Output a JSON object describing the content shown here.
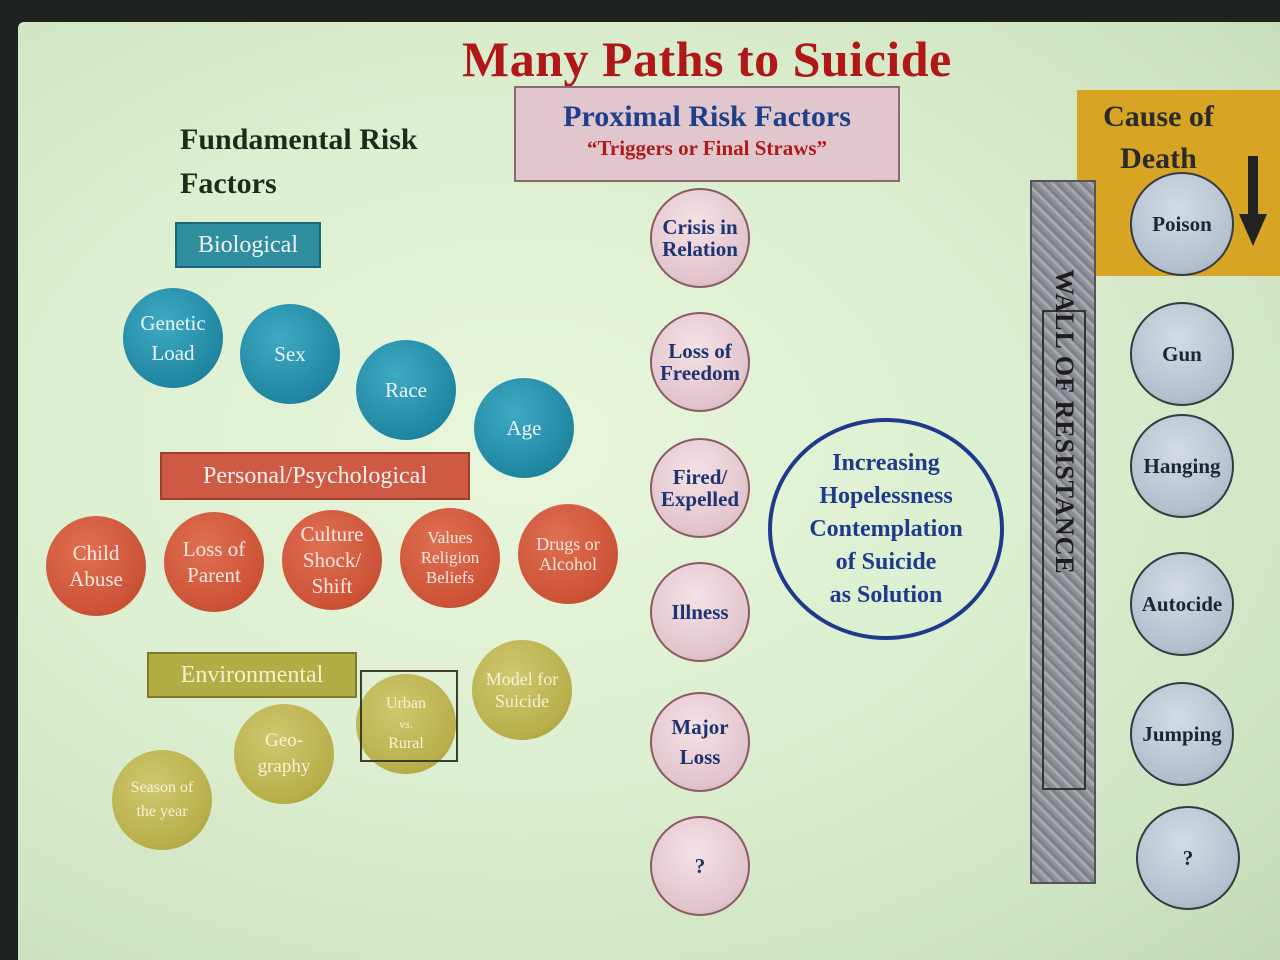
{
  "title": "Many Paths to Suicide",
  "fundamental": {
    "line1": "Fundamental Risk",
    "line2": "Factors"
  },
  "proximal": {
    "heading": "Proximal Risk Factors",
    "subheading": "“Triggers or Final Straws”"
  },
  "cause_of_death": {
    "line1": "Cause of",
    "line2": "Death"
  },
  "biological": {
    "label": "Biological",
    "items": [
      {
        "l1": "Genetic",
        "l2": "Load"
      },
      {
        "l1": "Sex"
      },
      {
        "l1": "Race"
      },
      {
        "l1": "Age"
      }
    ]
  },
  "personal": {
    "label": "Personal/Psychological",
    "items": [
      {
        "l1": "Child",
        "l2": "Abuse"
      },
      {
        "l1": "Loss of",
        "l2": "Parent"
      },
      {
        "l1": "Culture",
        "l2": "Shock/",
        "l3": "Shift"
      },
      {
        "l1": "Values",
        "l2": "Religion",
        "l3": "Beliefs"
      },
      {
        "l1": "Drugs or",
        "l2": "Alcohol"
      }
    ]
  },
  "environmental": {
    "label": "Environmental",
    "items": [
      {
        "l1": "Season of",
        "l2": "the year"
      },
      {
        "l1": "Geo-",
        "l2": "graphy"
      },
      {
        "l1": "Urban",
        "l2": "vs.",
        "l3": "Rural"
      },
      {
        "l1": "Model for",
        "l2": "Suicide"
      }
    ]
  },
  "triggers": [
    {
      "l1": "Crisis in",
      "l2": "Relation"
    },
    {
      "l1": "Loss of",
      "l2": "Freedom"
    },
    {
      "l1": "Fired/",
      "l2": "Expelled"
    },
    {
      "l1": "Illness"
    },
    {
      "l1": "Major",
      "l2": "Loss"
    },
    {
      "l1": "?"
    }
  ],
  "hopelessness": {
    "l1": "Increasing",
    "l2": "Hopelessness",
    "l3": "Contemplation",
    "l4": "of Suicide",
    "l5": "as Solution"
  },
  "wall": "WALL OF RESISTANCE",
  "causes": [
    "Poison",
    "Gun",
    "Hanging",
    "Autocide",
    "Jumping",
    "?"
  ],
  "colors": {
    "title": "#b01818",
    "proximal_heading": "#1e3f8a",
    "biological": "#2f8fa0",
    "personal": "#cf5a43",
    "environmental": "#b3ad46",
    "cause_box": "#d8a424"
  }
}
